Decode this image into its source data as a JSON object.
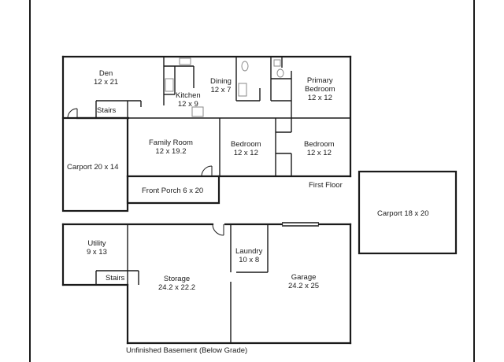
{
  "rooms": {
    "den": {
      "name": "Den",
      "size": "12 x 21"
    },
    "kitchen": {
      "name": "Kitchen",
      "size": "12 x 9"
    },
    "dining": {
      "name": "Dining",
      "size": "12 x 7"
    },
    "primary": {
      "name1": "Primary",
      "name2": "Bedroom",
      "size": "12 x 12"
    },
    "stairs_up": {
      "name": "Stairs"
    },
    "family": {
      "name": "Family Room",
      "size": "12 x 19.2"
    },
    "bedroom_a": {
      "name": "Bedroom",
      "size": "12 x 12"
    },
    "bedroom_b": {
      "name": "Bedroom",
      "size": "12 x 12"
    },
    "carport_l": {
      "label": "Carport 20 x 14"
    },
    "porch": {
      "label": "Front Porch 6 x 20"
    },
    "carport_r": {
      "label": "Carport 18 x 20"
    },
    "utility": {
      "name": "Utility",
      "size": "9 x 13"
    },
    "stairs_down": {
      "name": "Stairs"
    },
    "storage": {
      "name": "Storage",
      "size": "24.2 x 22.2"
    },
    "laundry": {
      "name": "Laundry",
      "size": "10 x 8"
    },
    "garage": {
      "name": "Garage",
      "size": "24.2 x 25"
    }
  },
  "floors": {
    "first": "First Floor",
    "basement": "Unfinished Basement (Below Grade)"
  },
  "colors": {
    "wall": "#1a1a1a",
    "fixture": "#8a8a8a",
    "background": "#ffffff"
  }
}
